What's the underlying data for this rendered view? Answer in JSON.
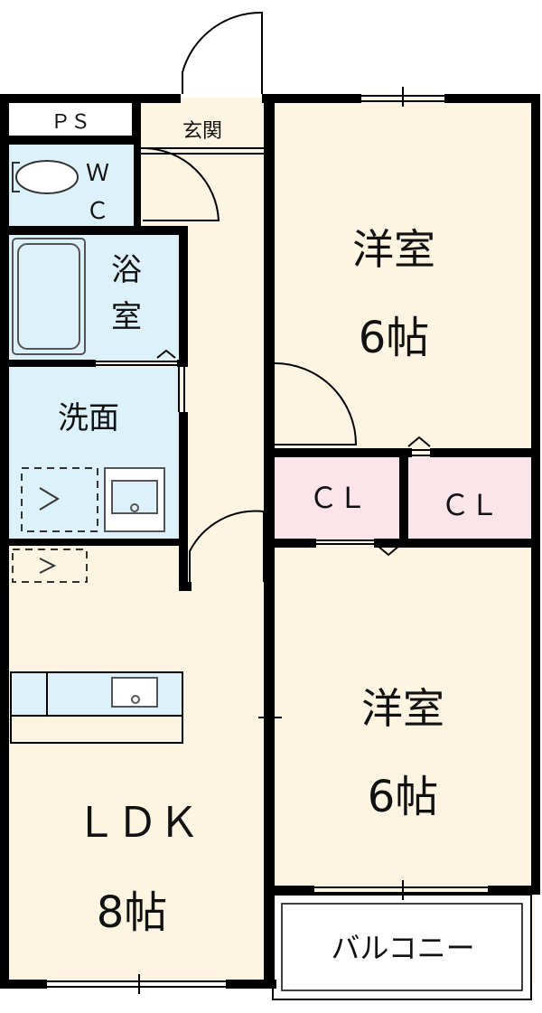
{
  "colors": {
    "wall": "#000000",
    "floor": "#fdf5e1",
    "wet": "#dcf1fa",
    "closet": "#fbe4ea",
    "balcony": "#ffffff",
    "fixture_stroke": "#555555"
  },
  "rooms": {
    "ps": "ＰＳ",
    "genkan": "玄関",
    "wc_1": "Ｗ",
    "wc_2": "Ｃ",
    "bath_1": "浴",
    "bath_2": "室",
    "washroom": "洗面",
    "bedroom_top_name": "洋室",
    "bedroom_top_size": "6帖",
    "closet_left": "ＣＬ",
    "closet_right": "ＣＬ",
    "bedroom_bottom_name": "洋室",
    "bedroom_bottom_size": "6帖",
    "ldk_name": "ＬＤＫ",
    "ldk_size": "8帖",
    "balcony": "バルコニー"
  },
  "icons": [
    "toilet-icon",
    "bathtub-icon",
    "washbasin-icon",
    "washing-machine-pan-icon",
    "kitchen-sink-icon",
    "door-swing-icon"
  ]
}
